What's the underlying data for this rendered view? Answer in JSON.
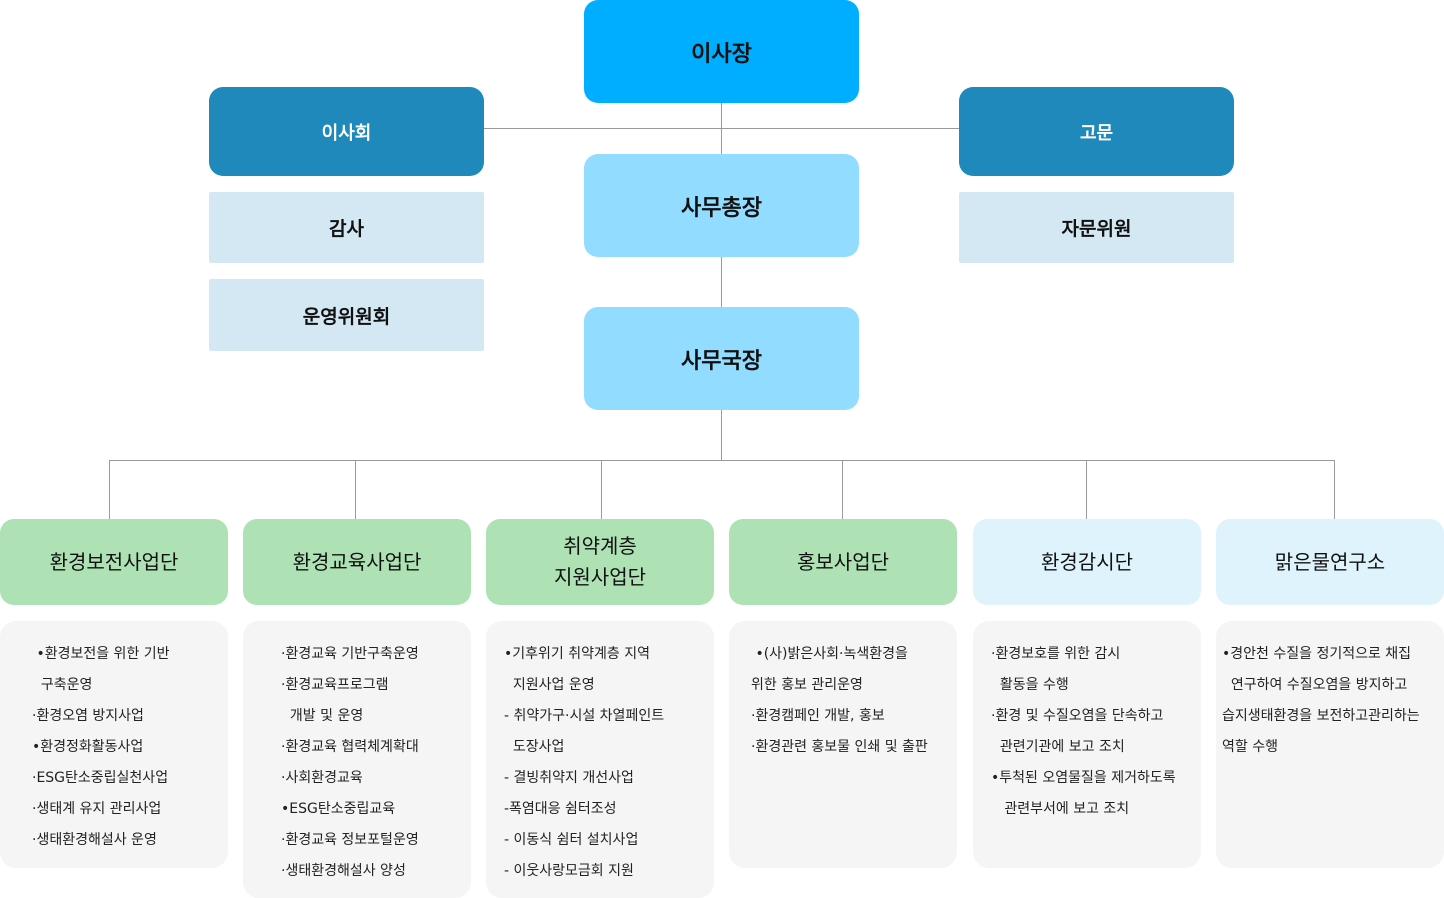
{
  "top": {
    "chairman": "이사장",
    "board": "이사회",
    "advisor": "고문",
    "auditor": "감사",
    "steering": "운영위원회",
    "advisory_members": "자문위원",
    "secretary_general": "사무총장",
    "director": "사무국장"
  },
  "departments": [
    {
      "name": "환경보전사업단",
      "lines": [
        " •환경보전을 위한 기반",
        "  구축운영",
        "·환경오염 방지사업",
        "•환경정화활동사업",
        "·ESG탄소중립실천사업",
        "·생태계 유지 관리사업",
        "·생태환경해설사 운영"
      ]
    },
    {
      "name": "환경교육사업단",
      "lines": [
        "·환경교육 기반구축운영",
        "·환경교육프로그램",
        "  개발 및 운영",
        "·환경교육 협력체계확대",
        "·사회환경교육",
        "•ESG탄소중립교육",
        "·환경교육 정보포털운영",
        "·생태환경해설사 양성"
      ]
    },
    {
      "name": "취약계층\n지원사업단",
      "lines": [
        "•기후위기 취약계층 지역",
        "  지원사업 운영",
        "- 취약가구·시설 차열페인트",
        "  도장사업",
        "- 결빙취약지 개선사업",
        "-폭염대응 쉼터조성",
        "- 이동식 쉼터 설치사업",
        "- 이웃사랑모금회 지원"
      ]
    },
    {
      "name": "홍보사업단",
      "lines": [
        " •(사)밝은사회·녹색환경을",
        "위한 홍보 관리운영",
        "·환경캠페인 개발, 홍보",
        "·환경관련 홍보물 인쇄 및 출판"
      ]
    },
    {
      "name": "환경감시단",
      "lines": [
        "·환경보호를 위한 감시",
        "  활동을 수행",
        "·환경 및 수질오염을 단속하고",
        "  관련기관에 보고 조치",
        "•투척된 오염물질을 제거하도록",
        "   관련부서에 보고 조치"
      ]
    },
    {
      "name": "맑은물연구소",
      "lines": [
        "•경안천 수질을 정기적으로 채집",
        "  연구하여 수질오염을 방지하고",
        "습지생태환경을 보전하고관리하는",
        "역할 수행"
      ]
    }
  ],
  "colors": {
    "chairman": "#00aeff",
    "board": "#2089bb",
    "secretary": "#92dcff",
    "sub": "#d3e8f3",
    "green": "#aee2b5",
    "lightblue": "#dff3fd",
    "panel": "#f5f5f5"
  }
}
